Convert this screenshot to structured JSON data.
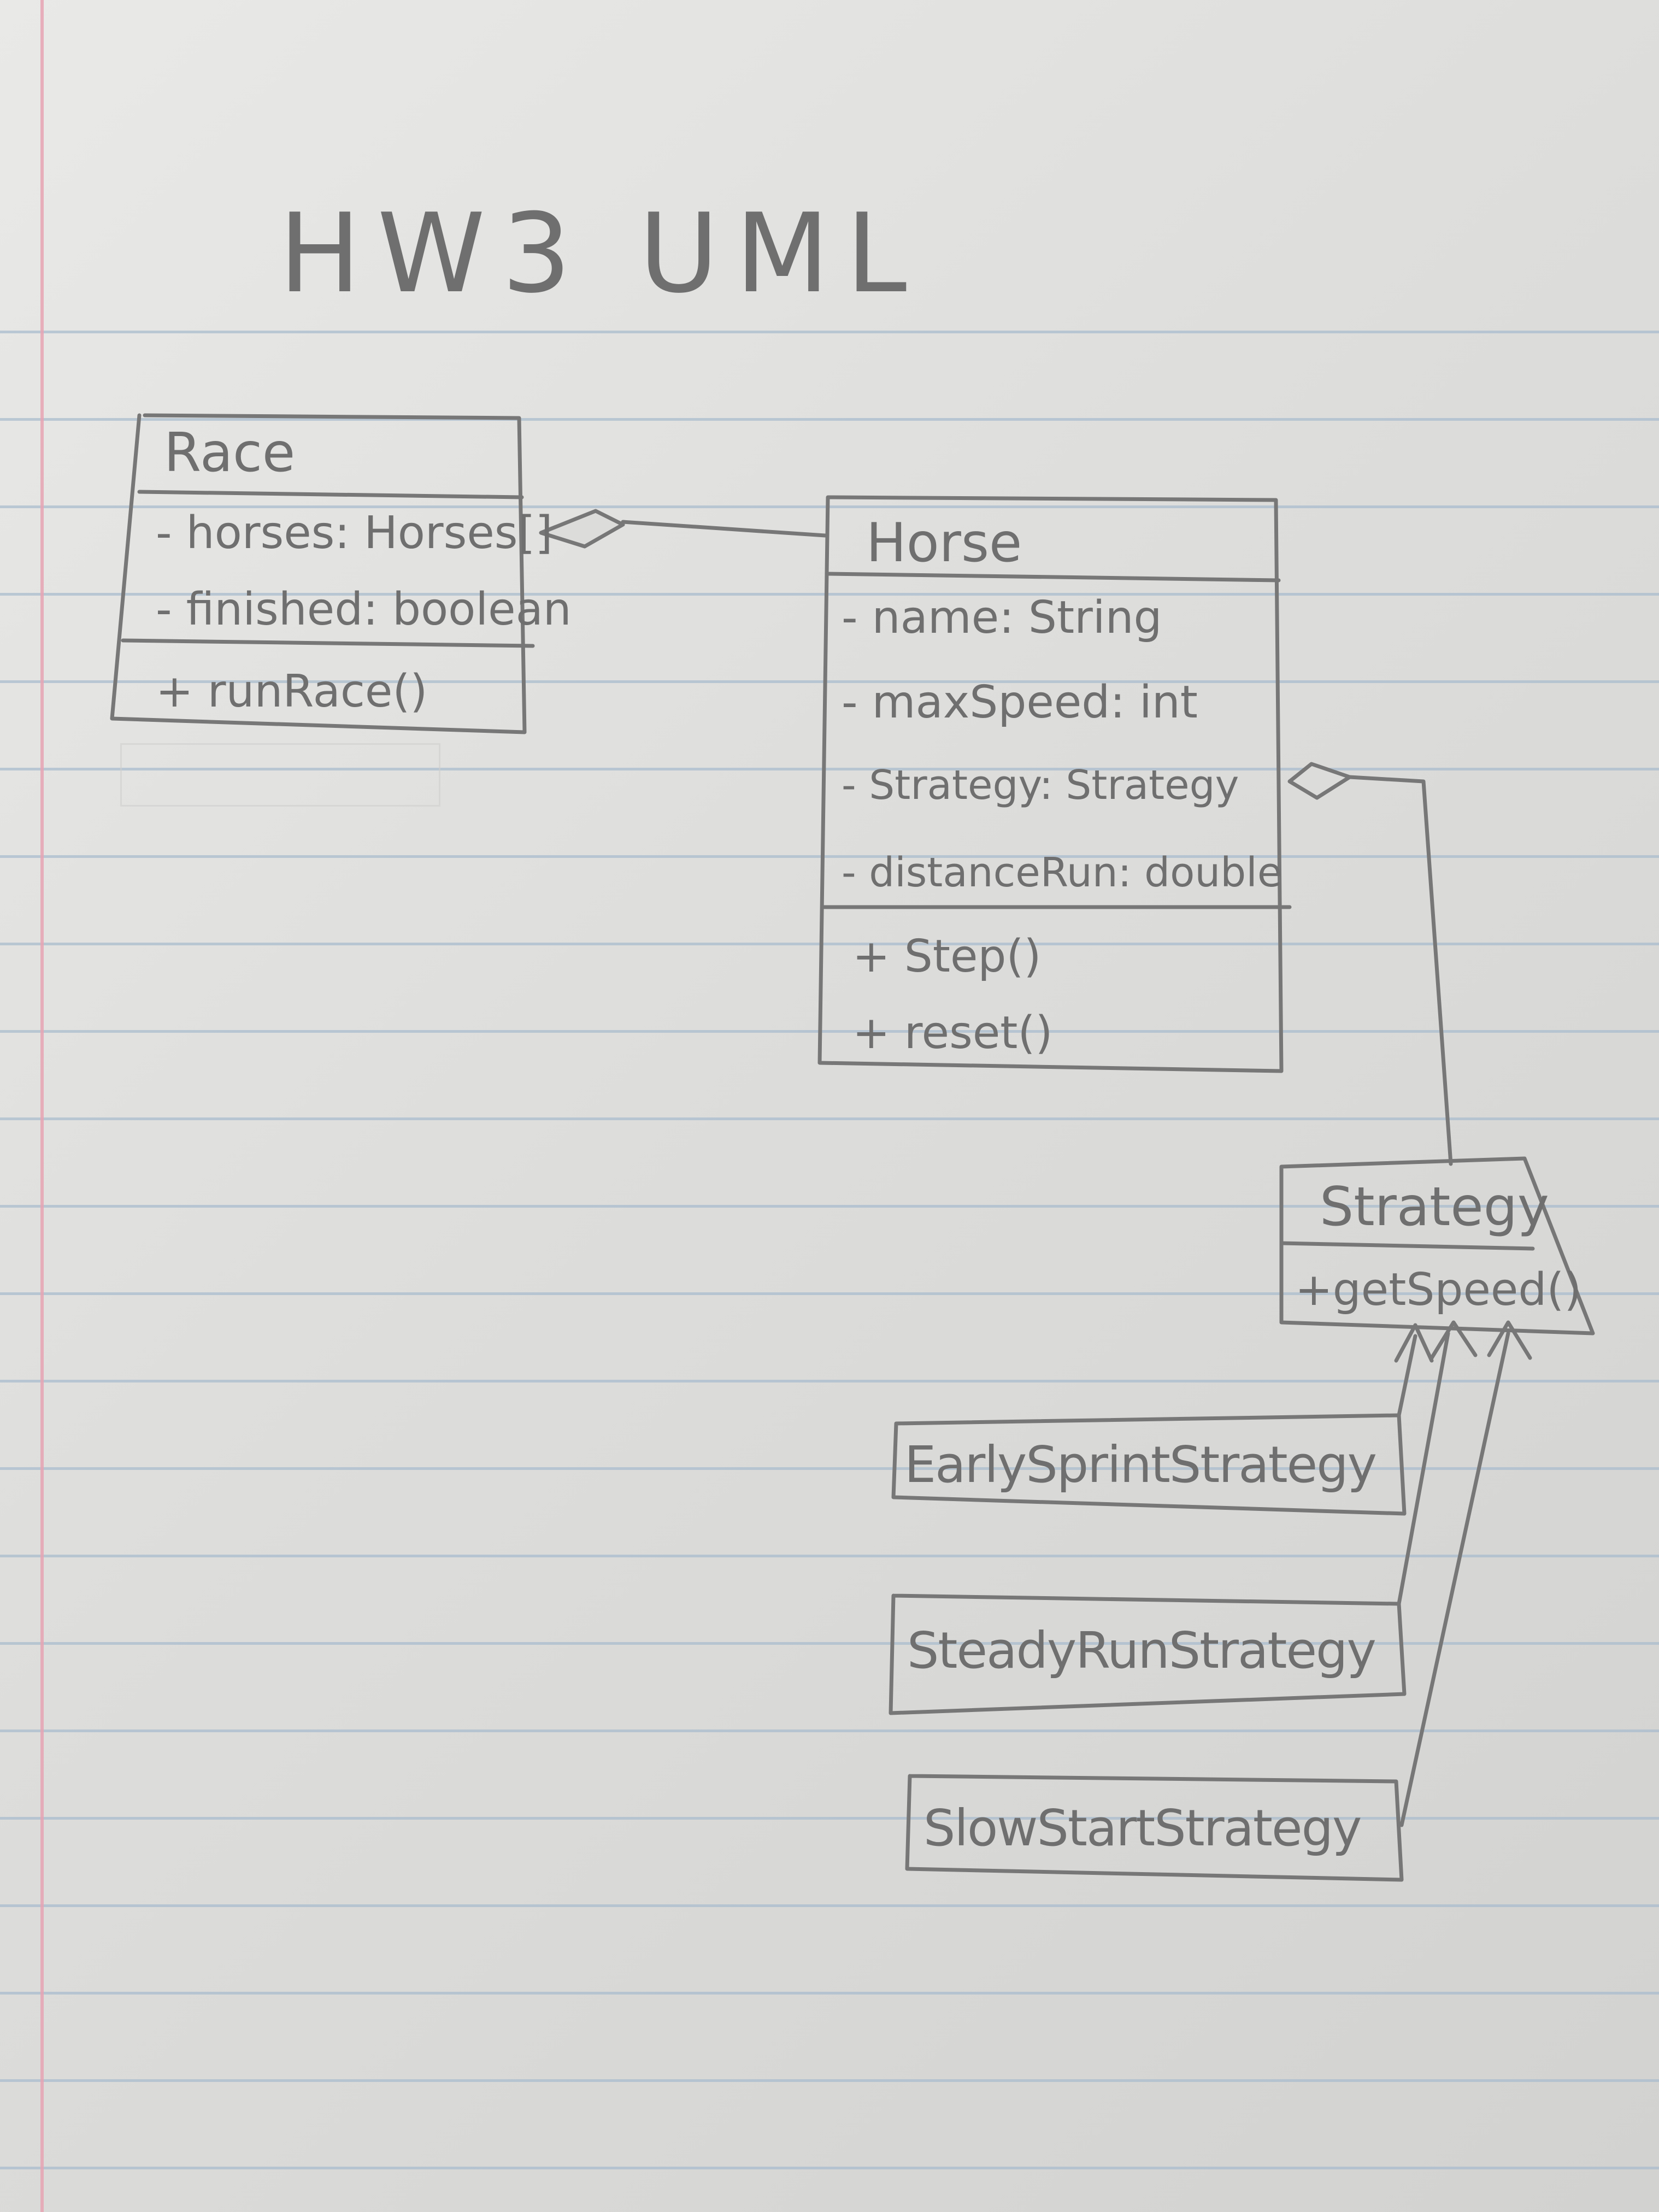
{
  "title": "HW3 UML",
  "classes": {
    "race": {
      "name": "Race",
      "attributes": [
        "- horses: Horses[]",
        "- finished: boolean"
      ],
      "methods": [
        "+ runRace()"
      ]
    },
    "horse": {
      "name": "Horse",
      "attributes": [
        "- name: String",
        "- maxSpeed: int",
        "- Strategy: Strategy",
        "- distanceRun: double"
      ],
      "methods": [
        "+ Step()",
        "+ reset()"
      ]
    },
    "strategy": {
      "name": "Strategy",
      "methods": [
        "+getSpeed()"
      ]
    },
    "subclasses": [
      "EarlySprintStrategy",
      "SteadyRunStrategy",
      "SlowStartStrategy"
    ]
  },
  "relations": [
    {
      "from": "Race",
      "to": "Horse",
      "type": "aggregation"
    },
    {
      "from": "Horse",
      "to": "Strategy",
      "type": "aggregation"
    },
    {
      "from": "EarlySprintStrategy",
      "to": "Strategy",
      "type": "inheritance"
    },
    {
      "from": "SteadyRunStrategy",
      "to": "Strategy",
      "type": "inheritance"
    },
    {
      "from": "SlowStartStrategy",
      "to": "Strategy",
      "type": "inheritance"
    }
  ],
  "colors": {
    "ink": "#777777",
    "paper": "#e2e2e0",
    "rule": "#a9bccd",
    "margin": "#e6a3b3"
  }
}
